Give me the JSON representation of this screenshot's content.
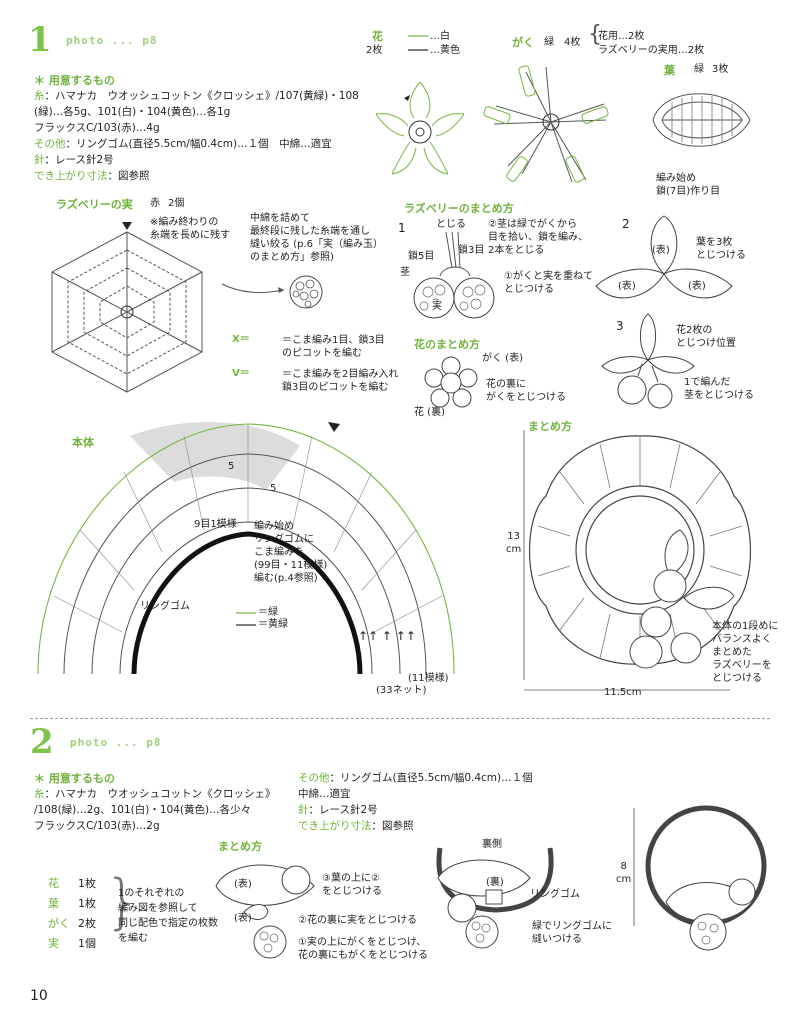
{
  "section1": {
    "number": "1",
    "photo_ref": "photo ... p8",
    "materials_title": "＊ 用意するもの",
    "materials": [
      {
        "key": "糸",
        "text": "：ハマナカ　ウオッシュコットン《クロッシェ》/107(黄緑)・108"
      },
      {
        "key": "",
        "text": "(緑)…各5g、101(白)・104(黄色)…各1g"
      },
      {
        "key": "",
        "text": "フラックスC/103(赤)…4g"
      },
      {
        "key": "その他",
        "text": "：リングゴム(直径5.5cm/幅0.4cm)…１個　中綿…適宜"
      },
      {
        "key": "針",
        "text": "：レース針2号"
      },
      {
        "key": "でき上がり寸法",
        "text": "：図参照"
      }
    ],
    "flower": {
      "title": "花",
      "count": "2枚",
      "legend_white": "…白",
      "legend_yellow": "…黄色"
    },
    "calyx": {
      "title": "がく",
      "color": "緑",
      "count": "4枚",
      "for_flower": "花用…2枚",
      "for_raspberry": "ラズベリーの実用…2枚"
    },
    "leaf": {
      "title": "葉",
      "color": "緑",
      "count": "3枚",
      "start_note": "編み始め",
      "chain_note": "鎖(7目)作り目"
    },
    "raspberry": {
      "title": "ラズベリーの実",
      "color": "赤",
      "count": "2個",
      "end_note": "※編み終わりの\n糸端を長めに残す",
      "fill_note": "中綿を詰めて\n最終段に残した糸端を通し\n縫い絞る (p.6「実（編み玉）\nのまとめ方」参照)",
      "legend1": "＝こま編み1目、鎖3目\nのピコットを編む",
      "legend2": "＝こま編みを2目編み入れ\n鎖3目のピコットを編む"
    },
    "rasp_assembly": {
      "title": "ラズベリーのまとめ方",
      "step1": "1",
      "tie": "とじる",
      "stem_note": "②茎は緑でがくから\n目を拾い、鎖を編み、\n2本をとじる",
      "ch5": "鎖5目",
      "ch3": "鎖3目",
      "stem": "茎",
      "fruit": "実",
      "calyx_note": "①がくと実を重ねて\nとじつける",
      "step2": "2",
      "front": "(表)",
      "leaves_note": "葉を3枚\nとじつける",
      "step3": "3",
      "flowers_pos": "花2枚の\nとじつけ位置",
      "stem_attach": "1で編んだ\n茎をとじつける"
    },
    "flower_assembly": {
      "title": "花のまとめ方",
      "calyx_front": "がく (表)",
      "attach_note": "花の裏に\nがくをとじつける",
      "flower_back": "花 (裏)"
    },
    "body": {
      "title": "本体",
      "row9": "9目1模様",
      "start_note": "編み始め\nリングゴムに\nこま編みを\n(99目・11模様)\n編む(p.4参照)",
      "ring": "リングゴム",
      "legend_green": "＝緑",
      "legend_yg": "＝黄緑",
      "repeat": "(11模様)",
      "net": "(33ネット)",
      "five": "5"
    },
    "finish": {
      "title": "まとめ方",
      "height": "13\ncm",
      "width": "11.5cm",
      "note": "本体の1段めに\nバランスよく\nまとめた\nラズベリーを\nとじつける"
    }
  },
  "section2": {
    "number": "2",
    "photo_ref": "photo ... p8",
    "materials_title": "＊ 用意するもの",
    "materials_left": [
      {
        "key": "糸",
        "text": "：ハマナカ　ウオッシュコットン《クロッシェ》"
      },
      {
        "key": "",
        "text": "/108(緑)…2g、101(白)・104(黄色)…各少々"
      },
      {
        "key": "",
        "text": "フラックスC/103(赤)…2g"
      }
    ],
    "materials_right": [
      {
        "key": "その他",
        "text": "：リングゴム(直径5.5cm/幅0.4cm)…１個"
      },
      {
        "key": "",
        "text": "中綿…適宜"
      },
      {
        "key": "針",
        "text": "：レース針2号"
      },
      {
        "key": "でき上がり寸法",
        "text": "：図参照"
      }
    ],
    "parts": [
      {
        "name": "花",
        "qty": "1枚"
      },
      {
        "name": "葉",
        "qty": "1枚"
      },
      {
        "name": "がく",
        "qty": "2枚"
      },
      {
        "name": "実",
        "qty": "1個"
      }
    ],
    "parts_note": "1のそれぞれの\n編み図を参照して\n同じ配色で指定の枚数\nを編む",
    "assembly_title": "まとめ方",
    "front": "(表)",
    "back_side": "裏側",
    "back": "(裏)",
    "step3": "③葉の上に②\nをとじつける",
    "step2": "②花の裏に実をとじつける",
    "step1": "①実の上にがくをとじつけ、\n花の裏にもがくをとじつける",
    "ring": "リングゴム",
    "sew_note": "緑でリングゴムに\n縫いつける",
    "height": "8\ncm"
  },
  "page_number": "10",
  "colors": {
    "accent_green": "#6fb33a",
    "light_green": "#9fd07a",
    "line": "#3a3a3a"
  }
}
